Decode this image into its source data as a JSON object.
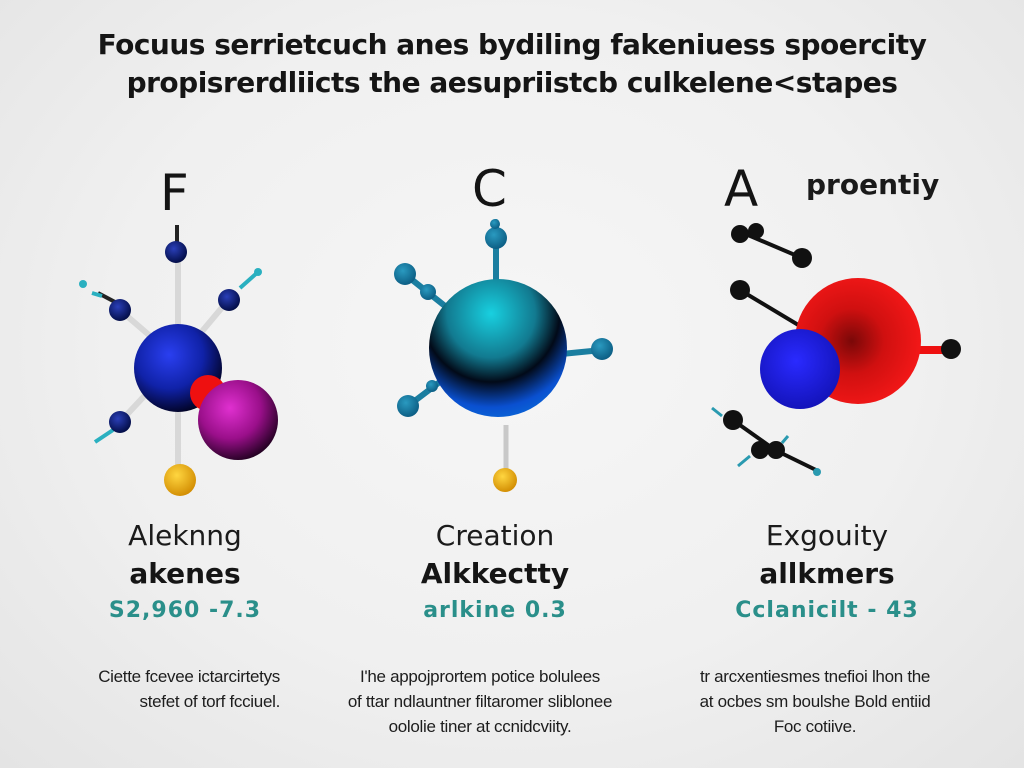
{
  "title": {
    "line1": "Focuus serrietcuch anes bydiling fakeniuess spoercity",
    "line2": "propisrerdliicts the aesupriistcb culkelene<stapes"
  },
  "panels": [
    {
      "letter": "F",
      "caption_title": "Aleknng",
      "caption_name": "akenes",
      "caption_value": "S2,960 -7.3",
      "description": [
        "Ciette fcevee ictarcirtetys",
        "stefet of torf fcciuel."
      ]
    },
    {
      "letter": "C",
      "caption_title": "Creation",
      "caption_name": "Alkkectty",
      "caption_value": "arlkine 0.3",
      "description": [
        "I'he appojprortem potice bolulees",
        "of ttar ndlauntner filtaromer sliblonee",
        "oololie tiner at ccnidcviity."
      ]
    },
    {
      "letter": "A",
      "side_label": "proentiy",
      "caption_title": "Exgouity",
      "caption_name": "allkmers",
      "caption_value": "Cclanicilt - 43",
      "description": [
        "tr arcxentiesmes tnefioi lhon the",
        "at ocbes sm boulshe Bold entiid",
        "Foc cotiive."
      ]
    }
  ],
  "colors": {
    "accent_teal": "#2a8f8a",
    "molecule_f_center": "#1a2fb8",
    "molecule_f_pink": "#b0129f",
    "molecule_c_center": "#1a98c8",
    "molecule_a_red": "#e81010",
    "molecule_a_blue": "#2020e0",
    "gold_atom": "#f2b300"
  }
}
